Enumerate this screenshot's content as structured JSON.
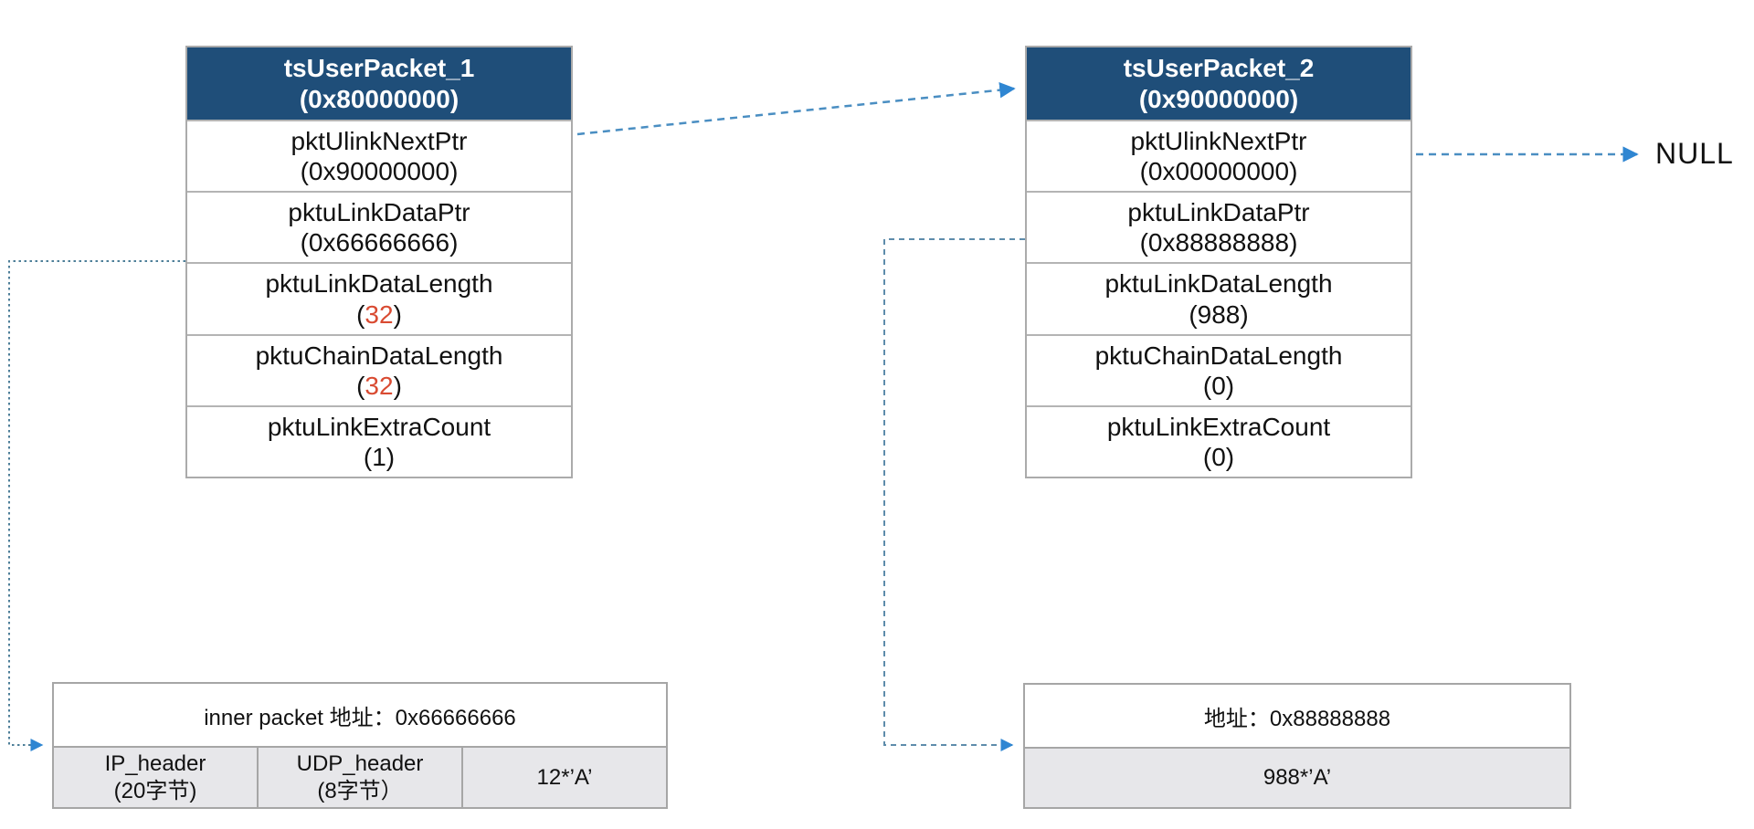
{
  "packet1": {
    "title": "tsUserPacket_1",
    "address": "(0x80000000)",
    "rows": [
      {
        "label": "pktUlinkNextPtr",
        "value": "(0x90000000)"
      },
      {
        "label": "pktuLinkDataPtr",
        "value": "(0x66666666)"
      },
      {
        "label": "pktuLinkDataLength",
        "value": "(32)",
        "highlight": "32"
      },
      {
        "label": "pktuChainDataLength",
        "value": "(32)",
        "highlight": "32"
      },
      {
        "label": "pktuLinkExtraCount",
        "value": "(1)"
      }
    ]
  },
  "packet2": {
    "title": "tsUserPacket_2",
    "address": "(0x90000000)",
    "rows": [
      {
        "label": "pktUlinkNextPtr",
        "value": "(0x00000000)"
      },
      {
        "label": "pktuLinkDataPtr",
        "value": "(0x88888888)"
      },
      {
        "label": "pktuLinkDataLength",
        "value": "(988)"
      },
      {
        "label": "pktuChainDataLength",
        "value": "(0)"
      },
      {
        "label": "pktuLinkExtraCount",
        "value": "(0)"
      }
    ]
  },
  "null_label": "NULL",
  "buffer1": {
    "title": "inner packet 地址：0x66666666",
    "cells": [
      {
        "line1": "IP_header",
        "line2": "(20字节)"
      },
      {
        "line1": "UDP_header",
        "line2": "(8字节）"
      },
      {
        "line1": "12*’A’",
        "line2": ""
      }
    ]
  },
  "buffer2": {
    "title": "地址：0x88888888",
    "cells": [
      {
        "line1": "988*’A’",
        "line2": ""
      }
    ]
  },
  "colors": {
    "header_bg": "#1f4e79",
    "highlight_red": "#d94b32",
    "arrow_dash_blue": "#4a8ec2",
    "connector_steel": "#4e7f99",
    "connector_dashed_steel": "#5e8cab",
    "arrowhead_blue": "#2f86d2",
    "border_gray": "#ababab",
    "cell_gray": "#e7e7ea"
  }
}
